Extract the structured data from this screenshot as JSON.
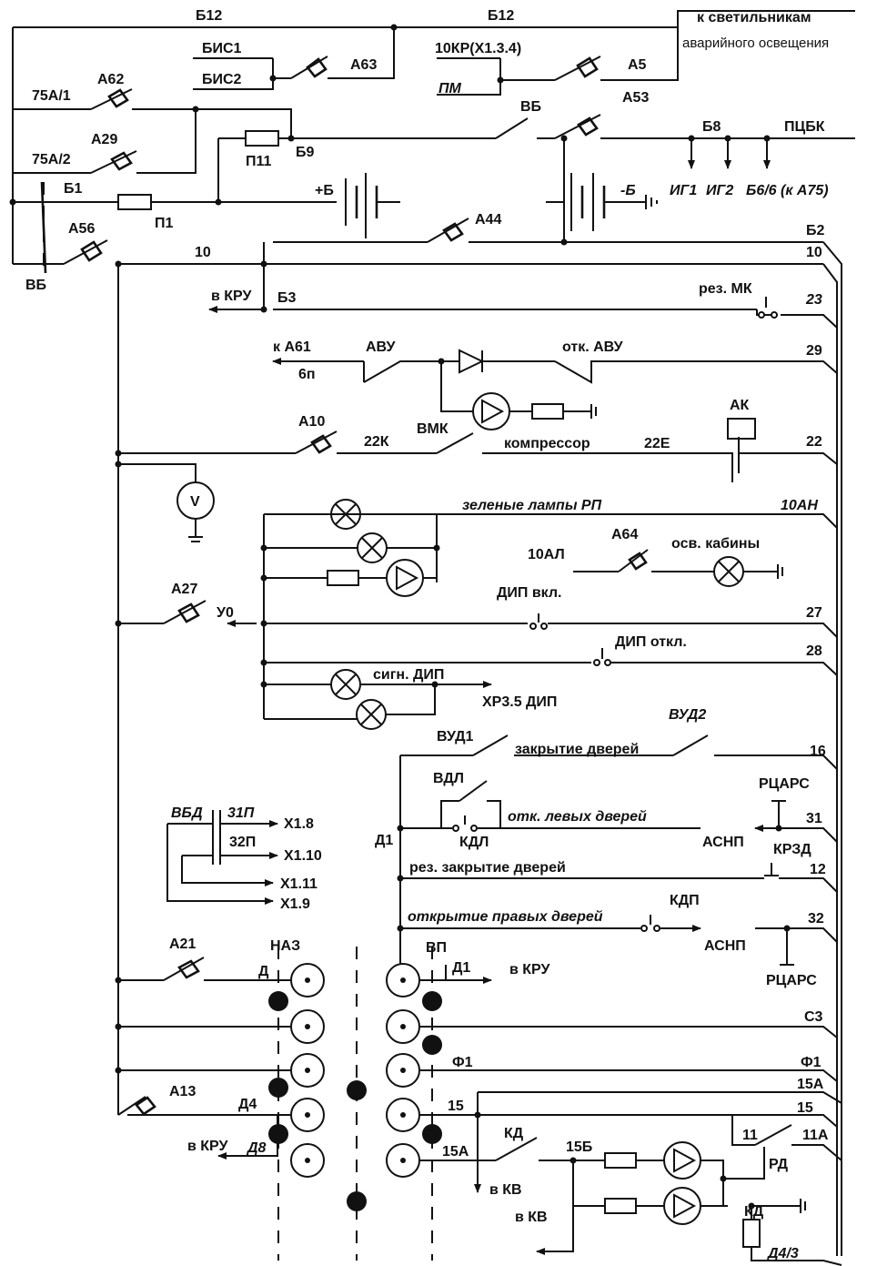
{
  "labels": {
    "b12_left": "Б12",
    "b12_mid": "Б12",
    "to_lights_1": "к светильникам",
    "to_lights_2": "аварийного освещения",
    "bis1": "БИС1",
    "bis2": "БИС2",
    "a63": "А63",
    "kr10": "10КР(Х1.3.4)",
    "pm": "ПМ",
    "a5": "А5",
    "a62": "А62",
    "l75a1": "75А/1",
    "vb_top": "ВБ",
    "a53": "А53",
    "a29": "А29",
    "l75a2": "75А/2",
    "p11": "П11",
    "b9": "Б9",
    "b8": "Б8",
    "pcbk": "ПЦБК",
    "b1": "Б1",
    "p1": "П1",
    "plus_b": "+Б",
    "minus_b": "-Б",
    "ig1": "ИГ1",
    "ig2": "ИГ2",
    "b6_6": "Б6/6 (к А75)",
    "a56": "А56",
    "a44": "А44",
    "b2": "Б2",
    "vb_left": "ВБ",
    "w10_left": "10",
    "w10_right": "10",
    "v_kru_1": "в КРУ",
    "b3": "Б3",
    "rez_mk": "рез. МК",
    "w23": "23",
    "k_a61": "к А61",
    "avu": "АВУ",
    "otk_avu": "отк. АВУ",
    "w29": "29",
    "w6p": "6п",
    "ak": "АК",
    "a10": "А10",
    "k22": "22К",
    "vmk": "ВМК",
    "compressor": "компрессор",
    "e22": "22Е",
    "w22": "22",
    "volt": "V",
    "green_lamps": "зеленые лампы РП",
    "ah10": "10АН",
    "a64": "А64",
    "cab_light": "осв. кабины",
    "al10": "10АЛ",
    "a27": "А27",
    "u0": "У0",
    "dip_on": "ДИП вкл.",
    "w27": "27",
    "dip_off": "ДИП откл.",
    "w28": "28",
    "sign_dip": "сигн. ДИП",
    "xp35": "ХР3.5 ДИП",
    "vud1": "ВУД1",
    "vud2": "ВУД2",
    "close_doors": "закрытие дверей",
    "w16": "16",
    "vdl": "ВДЛ",
    "rcars_1": "РЦАРС",
    "otk_left": "отк. левых дверей",
    "w31": "31",
    "kdl": "КДЛ",
    "asnp_1": "АСНП",
    "d1_left": "Д1",
    "kr3d": "КРЗД",
    "rez_close": "рез. закрытие дверей",
    "w12": "12",
    "vbd": "ВБД",
    "p31": "31П",
    "p32": "32П",
    "x18": "Х1.8",
    "x110": "Х1.10",
    "x111": "Х1.11",
    "x19": "Х1.9",
    "kdp": "КДП",
    "open_right": "открытие правых дверей",
    "w32": "32",
    "asnp_2": "АСНП",
    "rcars_2": "РЦАРС",
    "a21": "А21",
    "naz": "НАЗ",
    "vp": "ВП",
    "d_conn": "Д",
    "d1_conn": "Д1",
    "v_kru_2": "в КРУ",
    "c3": "С3",
    "f1_left": "Ф1",
    "f1_right": "Ф1",
    "a15": "15А",
    "a13": "А13",
    "d4": "Д4",
    "w15_left": "15",
    "w15_right": "15",
    "v_kru_3": "в КРУ",
    "d8": "Д8",
    "kd_1": "КД",
    "b15": "15Б",
    "w11": "11",
    "a11": "11А",
    "a15_2": "15А",
    "rd": "РД",
    "v_kv_1": "в КВ",
    "v_kv_2": "в КВ",
    "kd_2": "КД",
    "d4_3": "Д4/3"
  }
}
